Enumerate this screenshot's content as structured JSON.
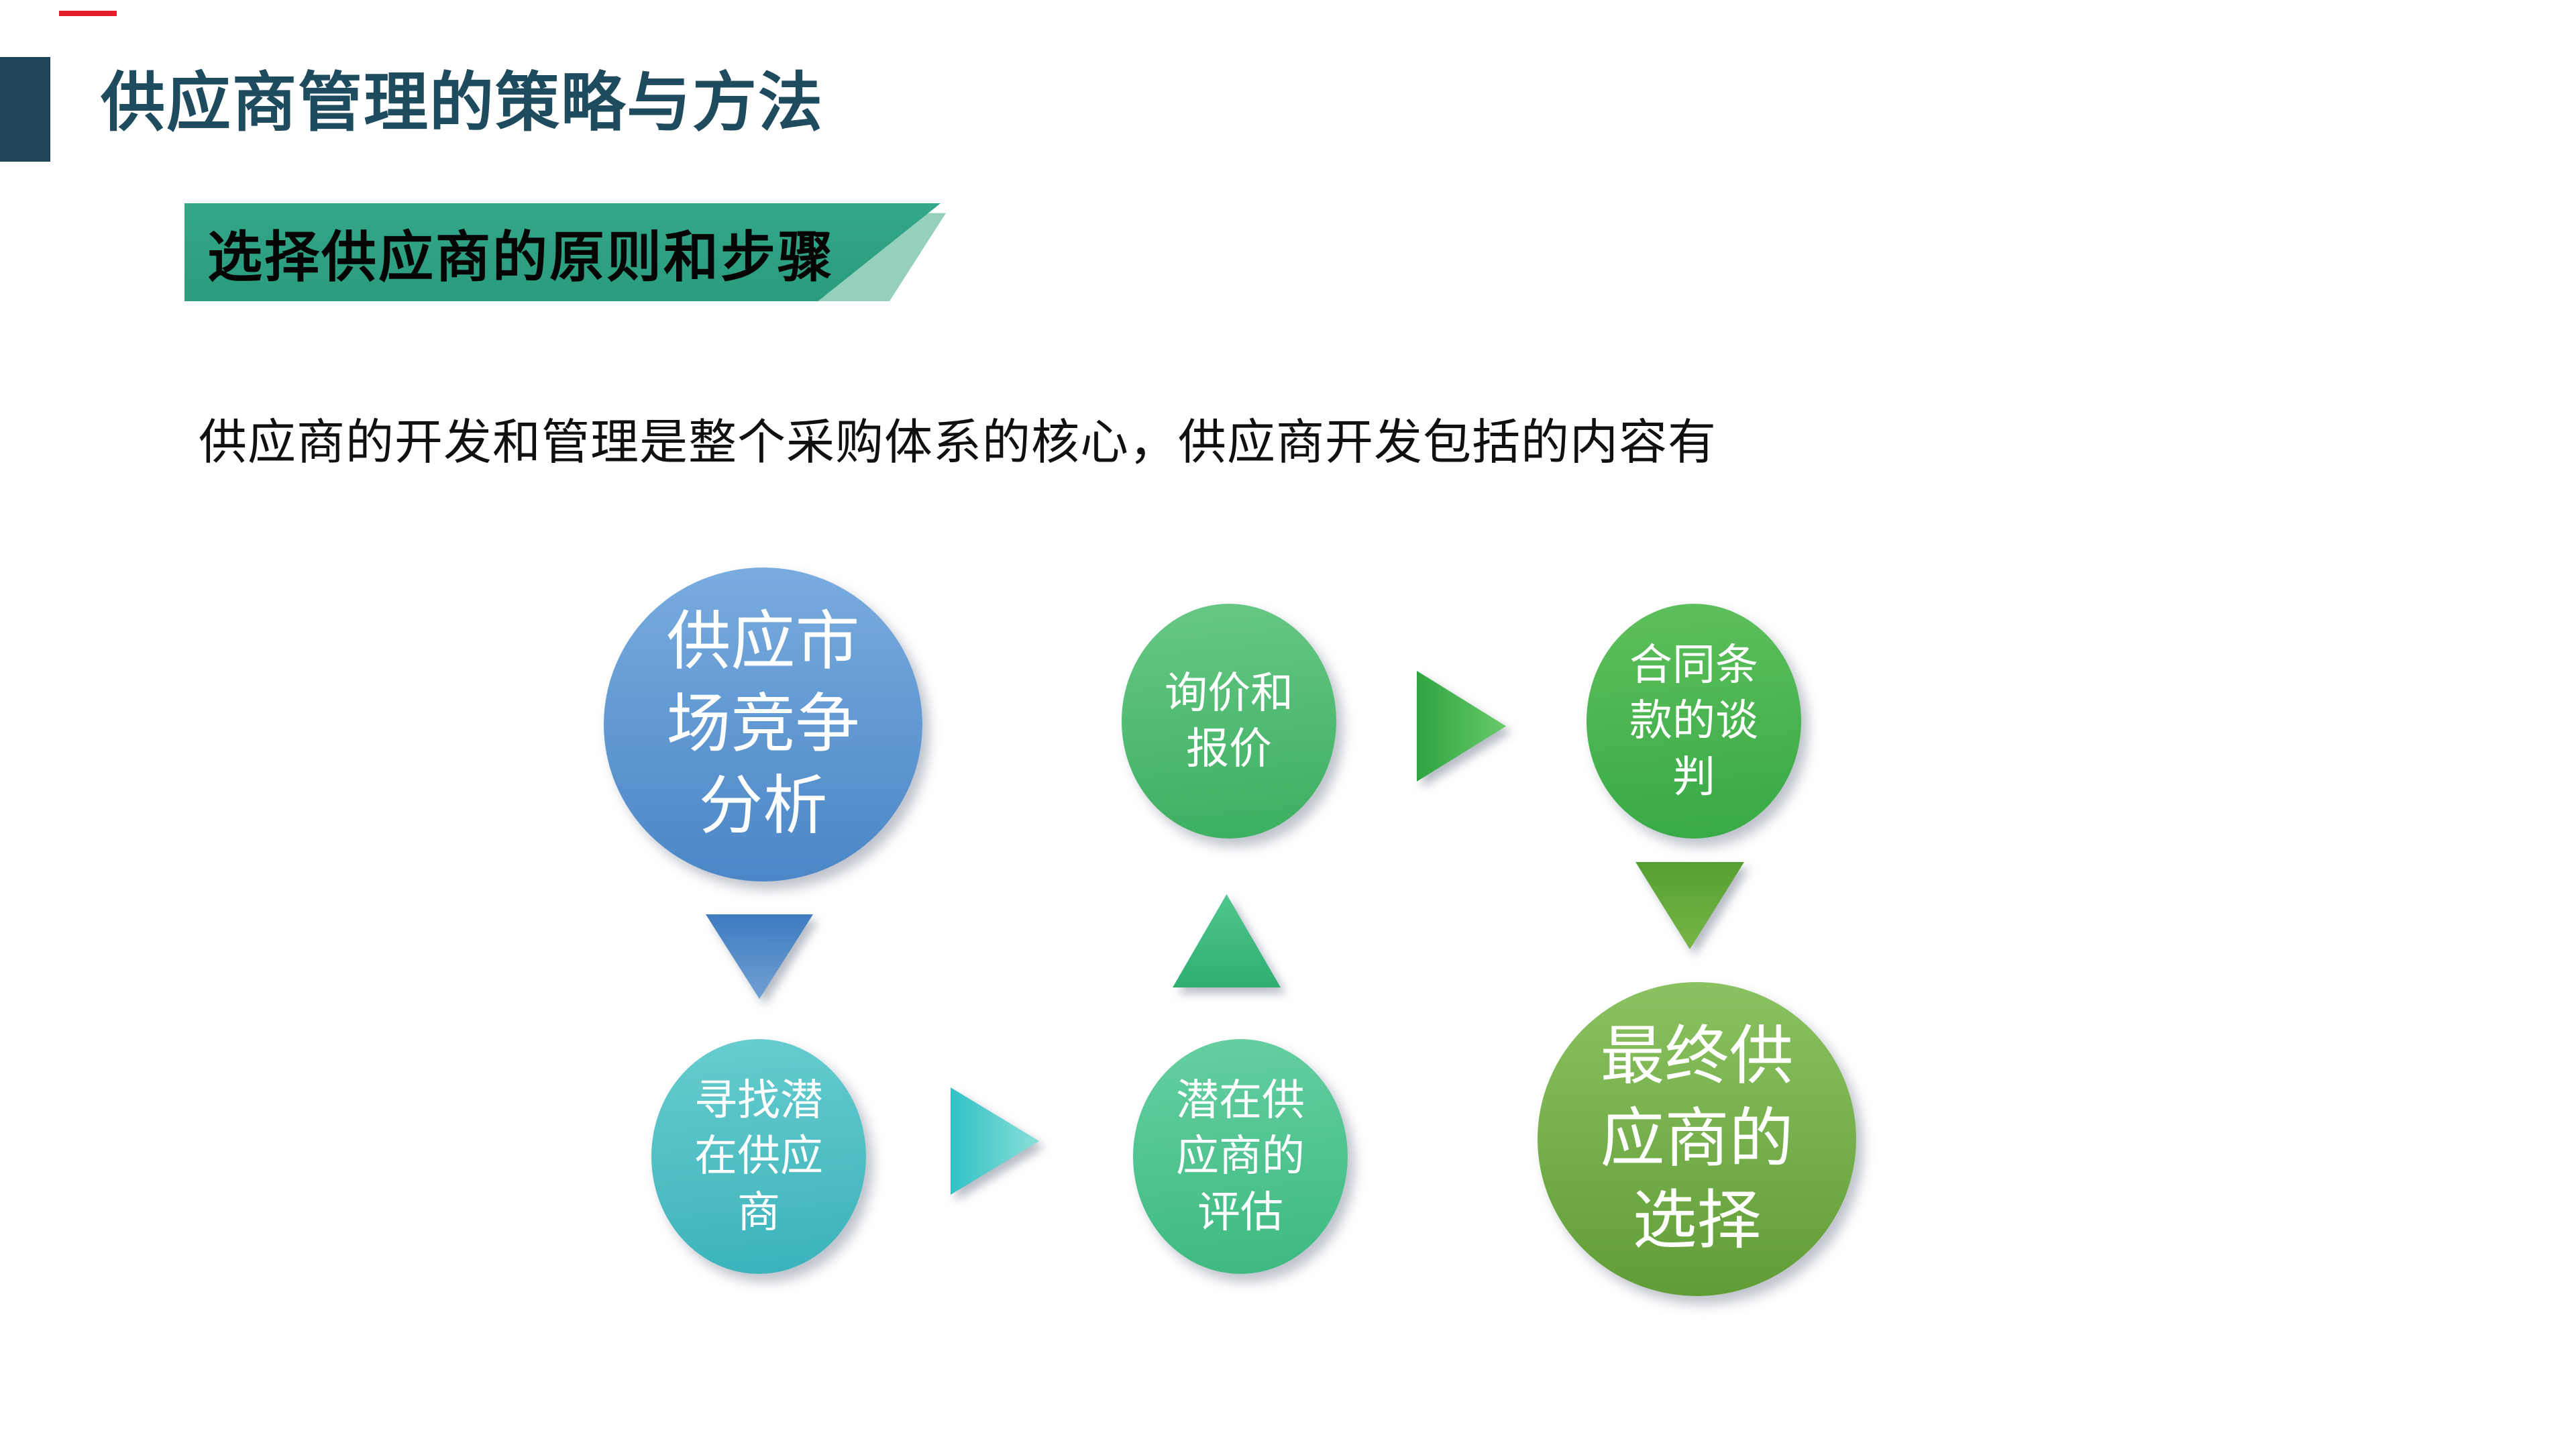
{
  "slide": {
    "title": "供应商管理的策略与方法",
    "section_banner": "选择供应商的原则和步骤",
    "intro": "供应商的开发和管理是整个采购体系的核心，供应商开发包括的内容有"
  },
  "colors": {
    "accent_red": "#E01E2C",
    "accent_square_navy": "#1E4457",
    "title_text": "#1F4B5E",
    "banner_green": "#2FA183",
    "banner_fold_green": "#95D0BD",
    "banner_text": "#050505",
    "intro_text": "#101010",
    "node_blue": "#5B9BD5",
    "node_teal": "#45BCC2",
    "node_mint": "#4CC391",
    "node_green": "#4CBA70",
    "node_grass": "#47B44E",
    "node_apple_green": "#77B14B",
    "node_text": "#FFFFFF"
  },
  "diagram": {
    "flow_order": "供应市场竞争分析 → 寻找潜在供应商 → 潜在供应商的评估 → 询价和报价 → 合同条款的谈判 → 最终供应商的选择",
    "nodes": [
      {
        "id": "supply-market-analysis",
        "label": "供应市场竞争分析",
        "lines": [
          "供应市",
          "场竞争",
          "分析"
        ],
        "size": "large",
        "color": "#5B9BD5"
      },
      {
        "id": "find-potential-suppliers",
        "label": "寻找潜在供应商",
        "lines": [
          "寻找潜",
          "在供应",
          "商"
        ],
        "size": "small",
        "color": "#45BCC2"
      },
      {
        "id": "evaluate-potential-suppliers",
        "label": "潜在供应商的评估",
        "lines": [
          "潜在供",
          "应商的",
          "评估"
        ],
        "size": "small",
        "color": "#4CC391"
      },
      {
        "id": "inquiry-and-quotation",
        "label": "询价和报价",
        "lines": [
          "询价和",
          "报价"
        ],
        "size": "small",
        "color": "#4CBA70"
      },
      {
        "id": "contract-terms-negotiation",
        "label": "合同条款的谈判",
        "lines": [
          "合同条",
          "款的谈",
          "判"
        ],
        "size": "small",
        "color": "#47B44E"
      },
      {
        "id": "final-supplier-selection",
        "label": "最终供应商的选择",
        "lines": [
          "最终供",
          "应商的",
          "选择"
        ],
        "size": "large",
        "color": "#77B14B"
      }
    ],
    "arrows": [
      {
        "id": "market-to-find",
        "direction": "down",
        "color": "blue"
      },
      {
        "id": "find-to-evaluate",
        "direction": "right",
        "color": "cyan"
      },
      {
        "id": "evaluate-to-inquiry",
        "direction": "up",
        "color": "green"
      },
      {
        "id": "inquiry-to-contract",
        "direction": "right",
        "color": "green"
      },
      {
        "id": "contract-to-final",
        "direction": "down",
        "color": "green"
      }
    ]
  }
}
